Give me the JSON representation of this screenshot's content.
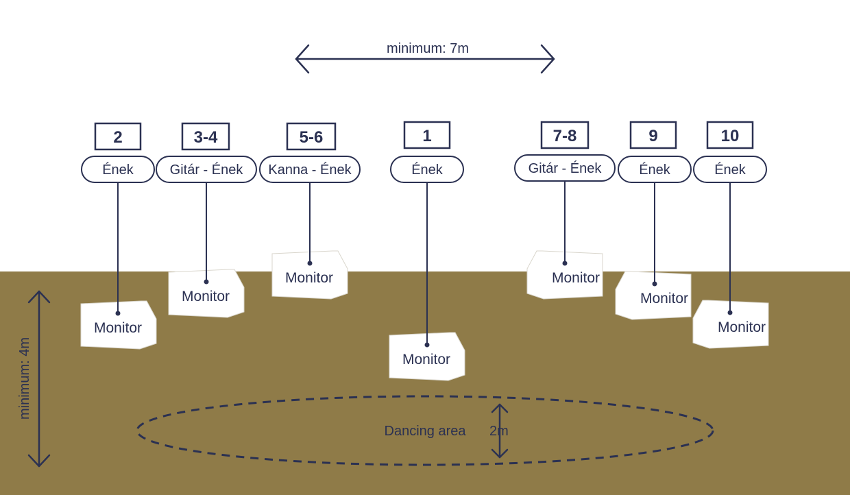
{
  "dimensions": {
    "width_label": "minimum: 7m",
    "depth_label": "minimum: 4m",
    "dance_depth_label": "2m"
  },
  "dance_area": {
    "label": "Dancing area"
  },
  "channels": [
    {
      "number": "2",
      "role": "Ének",
      "monitor": "Monitor"
    },
    {
      "number": "3-4",
      "role": "Gitár - Ének",
      "monitor": "Monitor"
    },
    {
      "number": "5-6",
      "role": "Kanna - Ének",
      "monitor": "Monitor"
    },
    {
      "number": "1",
      "role": "Ének",
      "monitor": "Monitor"
    },
    {
      "number": "7-8",
      "role": "Gitár - Ének",
      "monitor": "Monitor"
    },
    {
      "number": "9",
      "role": "Ének",
      "monitor": "Monitor"
    },
    {
      "number": "10",
      "role": "Ének",
      "monitor": "Monitor"
    }
  ],
  "colors": {
    "ink": "#2b3152",
    "floor": "#8f7b48",
    "monitor": "#ffffff",
    "background": "#ffffff"
  }
}
